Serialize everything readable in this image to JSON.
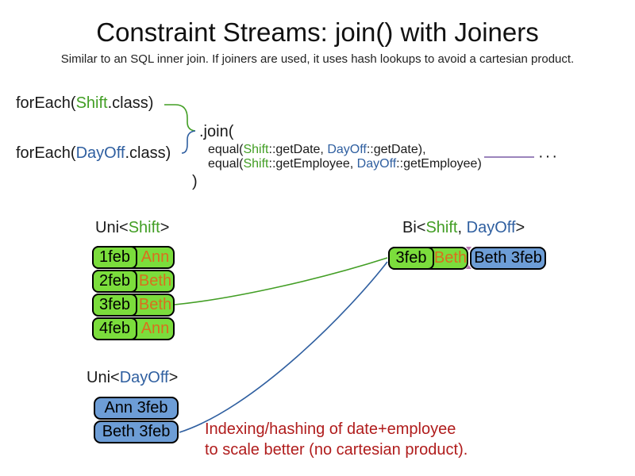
{
  "title": "Constraint Streams: join() with Joiners",
  "subtitle": "Similar to an SQL inner join. If joiners are used, it uses hash lookups to avoid a cartesian product.",
  "colors": {
    "class_green": "#429e24",
    "class_blue": "#2f5fa0",
    "shift_fill_green": "#7bdd3c",
    "dayoff_fill_blue": "#6d9dd6",
    "employee_orange": "#d96f1e",
    "note_red": "#b01c1c",
    "joiner_purple": "#7a5ba5"
  },
  "code": {
    "foreach_shift": {
      "pre": "forEach(",
      "cls": "Shift",
      "post": ".class)"
    },
    "foreach_dayoff": {
      "pre": "forEach(",
      "cls": "DayOff",
      "post": ".class)"
    },
    "join_open": ".join(",
    "joiner1": {
      "pre": "equal(",
      "cls1": "Shift",
      "mid1": "::getDate, ",
      "cls2": "DayOff",
      "mid2": "::getDate),"
    },
    "joiner2": {
      "pre": "equal(",
      "cls1": "Shift",
      "mid1": "::getEmployee, ",
      "cls2": "DayOff",
      "mid2": "::getEmployee)"
    },
    "ellipsis": "···",
    "join_close": ")"
  },
  "uni_shift": {
    "label": {
      "pre": "Uni<",
      "cls": "Shift",
      "post": ">"
    },
    "rows": [
      {
        "date": "1feb",
        "name": "Ann"
      },
      {
        "date": "2feb",
        "name": "Beth"
      },
      {
        "date": "3feb",
        "name": "Beth"
      },
      {
        "date": "4feb",
        "name": "Ann"
      }
    ]
  },
  "bi": {
    "label": {
      "pre": "Bi<",
      "cls1": "Shift",
      "sep": ", ",
      "cls2": "DayOff",
      "post": ">"
    },
    "row": {
      "date": "3feb",
      "name": "Beth",
      "dayoff": "Beth 3feb"
    }
  },
  "uni_dayoff": {
    "label": {
      "pre": "Uni<",
      "cls": "DayOff",
      "post": ">"
    },
    "rows": [
      {
        "text": "Ann 3feb"
      },
      {
        "text": "Beth 3feb"
      }
    ]
  },
  "note": {
    "line1": "Indexing/hashing of date+employee",
    "line2": "to scale better (no cartesian product)."
  }
}
